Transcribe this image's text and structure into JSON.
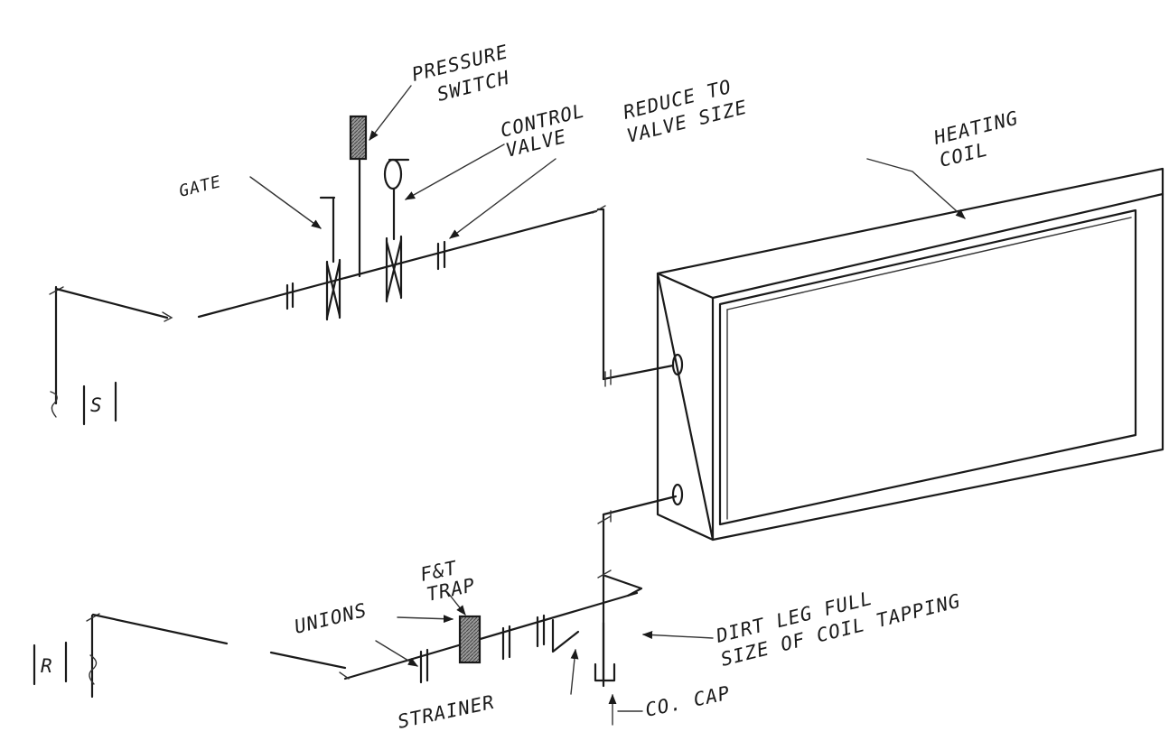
{
  "labels": {
    "pressure_switch_1": "PRESSURE",
    "pressure_switch_2": "SWITCH",
    "control_valve_1": "CONTROL",
    "control_valve_2": "VALVE",
    "reduce_1": "REDUCE TO",
    "reduce_2": "VALVE SIZE",
    "heating_coil_1": "HEATING",
    "heating_coil_2": "COIL",
    "gate": "GATE",
    "supply": "S",
    "return": "R",
    "ft_trap_1": "F&T",
    "ft_trap_2": "TRAP",
    "unions": "UNIONS",
    "dirt_leg_1": "DIRT LEG FULL",
    "dirt_leg_2": "SIZE OF COIL TAPPING",
    "strainer": "STRAINER",
    "co_cap": "CO. CAP"
  },
  "colors": {
    "ink": "#1a1a1a",
    "hatch": "#555555",
    "paper": "#ffffff"
  }
}
